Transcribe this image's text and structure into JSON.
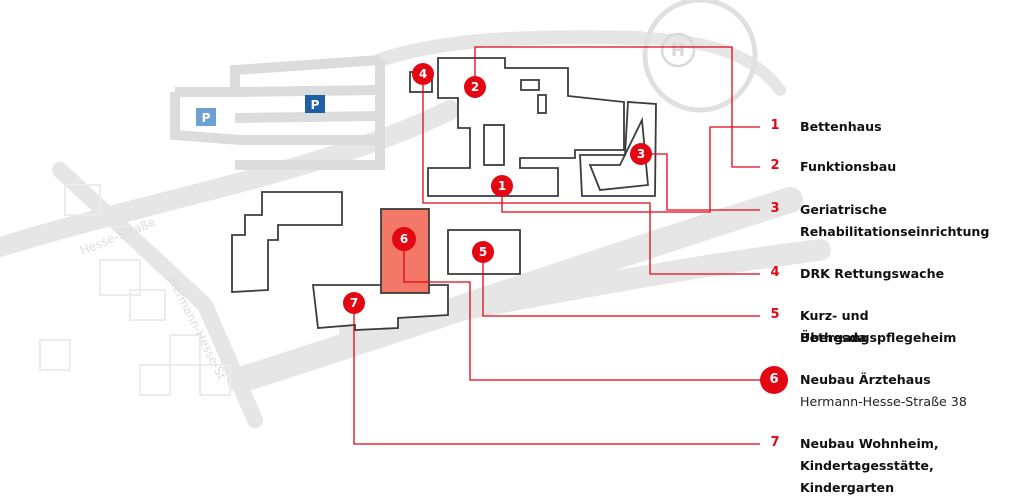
{
  "map": {
    "street_labels": [
      "Hesse-Straße",
      "Hermann-Hesse-St"
    ],
    "parking_label": "P",
    "helipad_label": "H",
    "colors": {
      "accent": "#e30613",
      "highlight_building": "#f47867",
      "parking_dark": "#1f5fa3",
      "parking_light": "#6ea0d3",
      "road": "#e6e6e6",
      "outline": "#3c3c3c"
    },
    "markers": [
      {
        "number": "1"
      },
      {
        "number": "2"
      },
      {
        "number": "3"
      },
      {
        "number": "4"
      },
      {
        "number": "5"
      },
      {
        "number": "6"
      },
      {
        "number": "7"
      }
    ]
  },
  "legend": [
    {
      "number": "1",
      "lines": [
        "Bettenhaus"
      ]
    },
    {
      "number": "2",
      "lines": [
        "Funktionsbau"
      ]
    },
    {
      "number": "3",
      "lines": [
        "Geriatrische",
        "Rehabilitationseinrichtung"
      ]
    },
    {
      "number": "4",
      "lines": [
        "DRK Rettungswache"
      ]
    },
    {
      "number": "5",
      "lines": [
        "Kurz- und Übergangspflegeheim",
        "Bethesda"
      ]
    },
    {
      "number": "6",
      "lines": [
        "Neubau Ärztehaus"
      ],
      "address": "Hermann-Hesse-Straße 38",
      "active": true
    },
    {
      "number": "7",
      "lines": [
        "Neubau Wohnheim,",
        "Kindertagesstätte, Kindergarten"
      ]
    }
  ]
}
